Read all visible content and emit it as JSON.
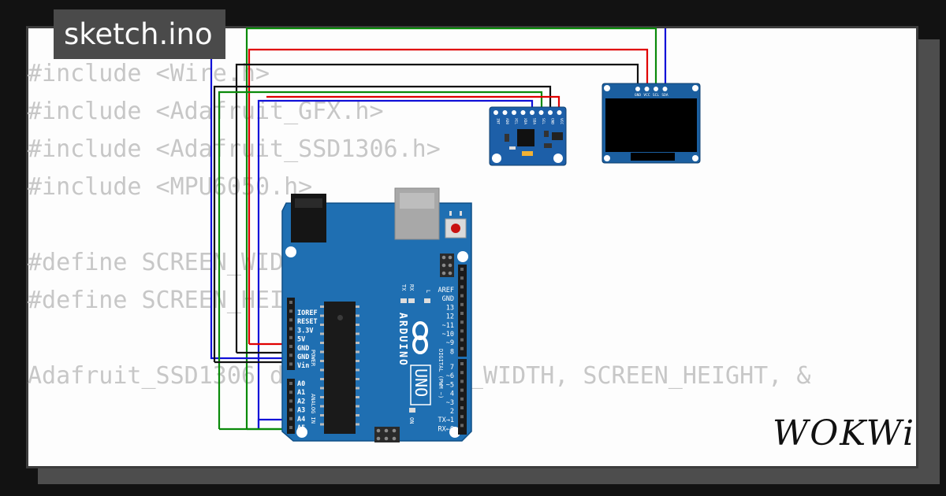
{
  "tab": {
    "filename": "sketch.ino"
  },
  "code_lines": [
    "#include <Wire.h>",
    "#include <Adafruit_GFX.h>",
    "#include <Adafruit_SSD1306.h>",
    "#include <MPU6050.h>",
    "",
    "#define SCREEN_WIDTH 128",
    "#define SCREEN_HEIGHT 64",
    "",
    "Adafruit_SSD1306 display(SCREEN_WIDTH, SCREEN_HEIGHT, &"
  ],
  "brand": {
    "logo_text": "WOKWi"
  },
  "arduino": {
    "name": "ARDUINO",
    "model": "UNO",
    "power_pins": [
      "IOREF",
      "RESET",
      "3.3V",
      "5V",
      "GND",
      "GND",
      "Vin"
    ],
    "power_label": "POWER",
    "analog_pins": [
      "A0",
      "A1",
      "A2",
      "A3",
      "A4",
      "A5"
    ],
    "analog_label": "ANALOG IN",
    "digital_pins": [
      "AREF",
      "GND",
      "13",
      "12",
      "~11",
      "~10",
      "~9",
      "8",
      "7",
      "~6",
      "~5",
      "4",
      "~3",
      "2",
      "TX→1",
      "RX←0"
    ],
    "digital_label": "DIGITAL (PWM ~)",
    "led_labels": [
      "TX",
      "RX",
      "L",
      "ON"
    ]
  },
  "oled": {
    "pins": [
      "GND",
      "VCC",
      "SCL",
      "SDA"
    ]
  },
  "mpu": {
    "pins": [
      "INT",
      "AD0",
      "XCL",
      "XDA",
      "SDA",
      "SCL",
      "GND",
      "VCC"
    ]
  },
  "wire_colors": {
    "green": "#0a8a0a",
    "red": "#e00000",
    "black": "#111111",
    "blue": "#1010d8"
  }
}
